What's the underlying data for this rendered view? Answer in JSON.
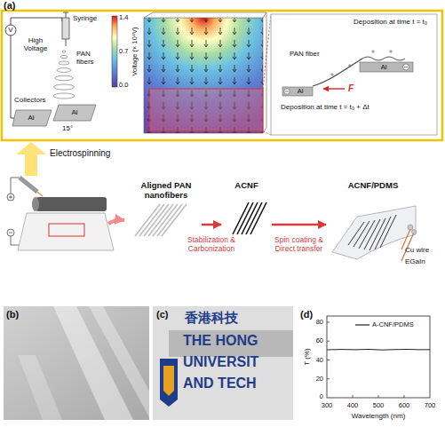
{
  "diagram": {
    "nodes": [
      {
        "text": [
          "Aligned PAN nanofibers"
        ]
      },
      {
        "text": [
          "ACNF"
        ]
      },
      {
        "text": [
          "ACNF/PDMS"
        ]
      }
    ],
    "edges": [
      {
        "from": 0,
        "to": 1,
        "arrow": "to",
        "label": "Stabilization & Carbonization"
      },
      {
        "from": 1,
        "to": 2,
        "arrow": "to",
        "label": "Spin coating & Direct transfer"
      }
    ],
    "labels": [
      "(a)",
      "V",
      "High Voltage",
      "Syringe",
      "PAN fibers",
      "Collectors",
      "Al",
      "Al",
      "15°",
      "1.4",
      "0.7",
      "0.0",
      "Voltage (× 10⁴V)",
      "Deposition at time t = t₀",
      "PAN fiber",
      "F",
      "Al",
      "Al",
      "Deposition at time t = t₀ + Δt",
      "Electrospinning",
      "Cu wire",
      "EGaIn",
      "(b)",
      "(c)",
      "香港科技",
      "THE HONG",
      "UNIVERSIT",
      "AND TECH",
      "(d)",
      "80",
      "60",
      "40",
      "20",
      "0",
      "T (%)",
      "300",
      "400",
      "500",
      "600",
      "700",
      "Wavelength (nm)"
    ],
    "legend": [
      {
        "text": "A-CNF/PDMS"
      }
    ]
  }
}
